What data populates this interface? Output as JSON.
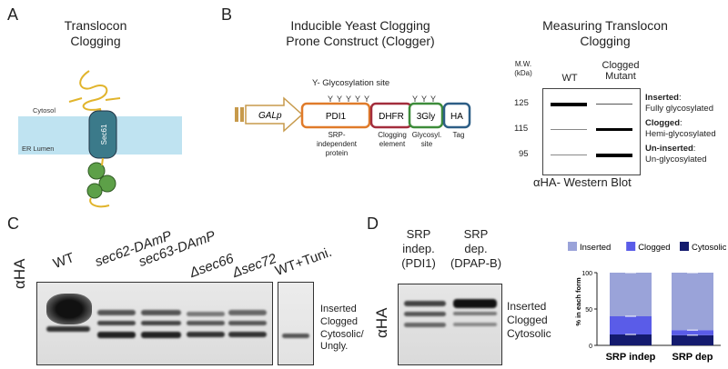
{
  "panels": {
    "A": {
      "letter": "A",
      "title": "Translocon\nClogging",
      "cytosol_label": "Cytosol",
      "lumen_label": "ER Lumen",
      "channel_label": "Sec61"
    },
    "B": {
      "letter": "B",
      "title": "Inducible Yeast Clogging\nProne Construct (Clogger)",
      "glyco_note": "Y- Glycosylation site",
      "promoter": "GALp",
      "domains": [
        {
          "name": "PDI1",
          "desc": "SRP-\nindependent\nprotein",
          "color": "#e07b2a"
        },
        {
          "name": "DHFR",
          "desc": "Clogging\nelement",
          "color": "#a32d3c"
        },
        {
          "name": "3Gly",
          "desc": "Glycosyl.\nsite",
          "color": "#3d8c3a"
        },
        {
          "name": "HA",
          "desc": "Tag",
          "color": "#2d5e86"
        }
      ],
      "blot_title": "Measuring Translocon\nClogging",
      "mw_header": "M.W.\n(kDa)",
      "columns": [
        "WT",
        "Clogged\nMutant"
      ],
      "rows": [
        {
          "mw": "125",
          "label_bold": "Inserted",
          "label_rest": ":",
          "sub": "Fully glycosylated"
        },
        {
          "mw": "115",
          "label_bold": "Clogged",
          "label_rest": ":",
          "sub": "Hemi-glycosylated"
        },
        {
          "mw": "95",
          "label_bold": "Un-inserted",
          "label_rest": ":",
          "sub": "Un-glycosylated"
        }
      ],
      "caption": "αHA- Western Blot"
    },
    "C": {
      "letter": "C",
      "axis_label": "αHA",
      "lanes": [
        "WT",
        "sec62-DAmP",
        "sec63-DAmP",
        "Δsec66",
        "Δsec72",
        "WT+Tuni."
      ],
      "band_labels": [
        "Inserted",
        "Clogged",
        "Cytosolic/\nUngly."
      ]
    },
    "D": {
      "letter": "D",
      "axis_label": "αHA",
      "lanes": [
        "SRP\nindep.\n(PDI1)",
        "SRP\ndep.\n(DPAP-B)"
      ],
      "band_labels": [
        "Inserted",
        "Clogged",
        "Cytosolic"
      ]
    }
  },
  "chart_data": {
    "type": "bar",
    "stacked": true,
    "categories": [
      "SRP indep",
      "SRP dep"
    ],
    "ylabel": "% in each form",
    "ylim": [
      0,
      100
    ],
    "yticks": [
      "0",
      "50",
      "100"
    ],
    "legend": [
      "Inserted",
      "Clogged",
      "Cytosolic"
    ],
    "legend_position": "top",
    "series": [
      {
        "name": "Cytosolic",
        "values": [
          15,
          14
        ],
        "color": "#141b6e"
      },
      {
        "name": "Clogged",
        "values": [
          25,
          7
        ],
        "color": "#5a5ce8"
      },
      {
        "name": "Inserted",
        "values": [
          60,
          79
        ],
        "color": "#9aa3d9"
      }
    ]
  }
}
